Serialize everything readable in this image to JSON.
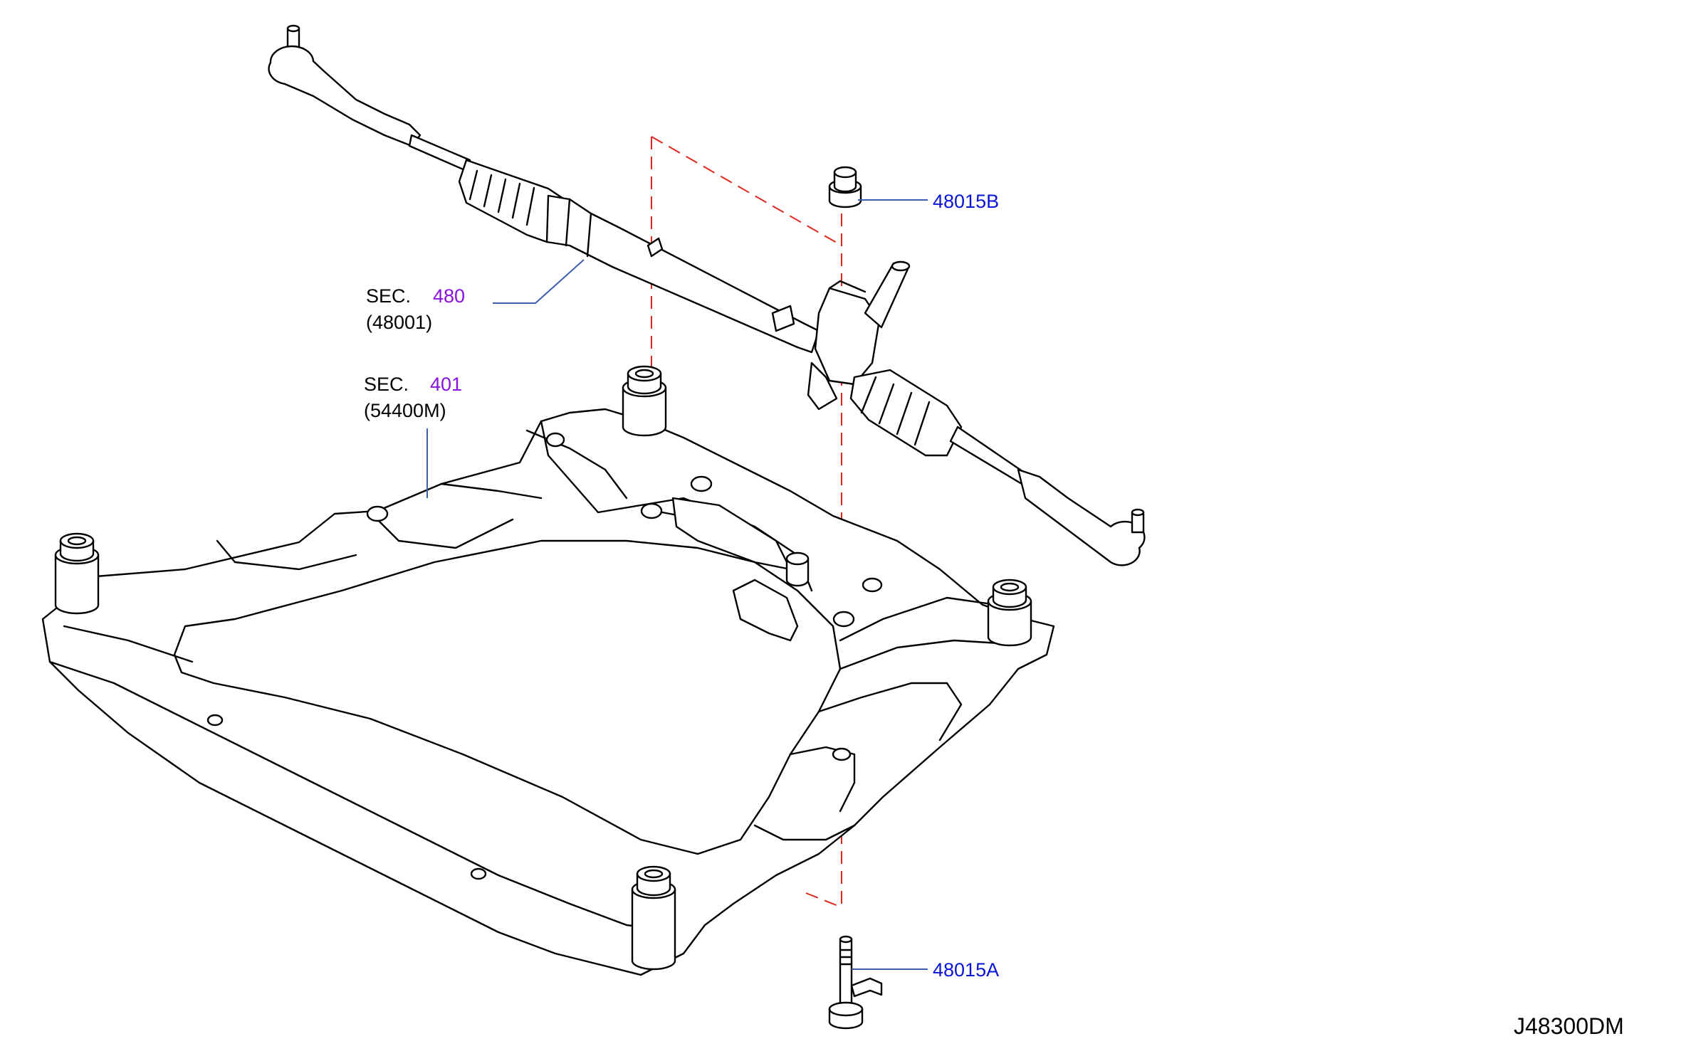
{
  "labels": {
    "p48015b": "48015B",
    "p48015a": "48015A",
    "sec_prefix": "SEC.",
    "sec480_num": "480",
    "sec480_part": "(48001)",
    "sec401_num": "401",
    "sec401_part": "(54400M)",
    "diagram_code": "J48300DM"
  },
  "colors": {
    "part_number": "#0a14d8",
    "section_ref": "#8a12e0",
    "alignment_dash": "#e0281e",
    "leader_line": "#3a5fb0",
    "outline": "#000000"
  },
  "components": {
    "steering_rack": "steering-gear-rack-icon",
    "subframe": "front-suspension-member-icon",
    "nut": "hex-flange-nut-icon",
    "bolt": "flange-bolt-icon"
  }
}
